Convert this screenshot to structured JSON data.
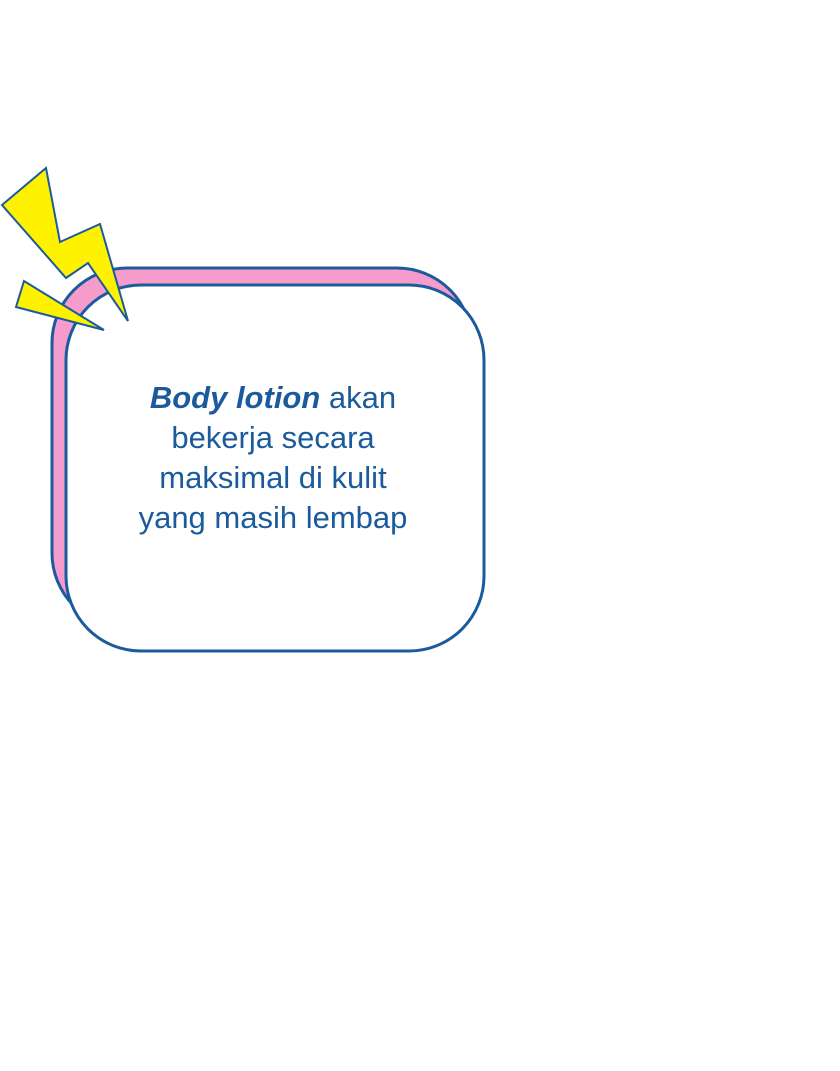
{
  "colors": {
    "text": "#1b5b9c",
    "outline": "#1b5b9c",
    "back_card": "#f59ccc",
    "front_card": "#ffffff",
    "bolt": "#fff200"
  },
  "icons": {
    "bolt": "lightning-bolt-icon"
  },
  "callout": {
    "emphasis": "Body lotion",
    "line1_rest": " akan",
    "line2": "bekerja secara",
    "line3": "maksimal di kulit",
    "line4": "yang masih lembap"
  }
}
